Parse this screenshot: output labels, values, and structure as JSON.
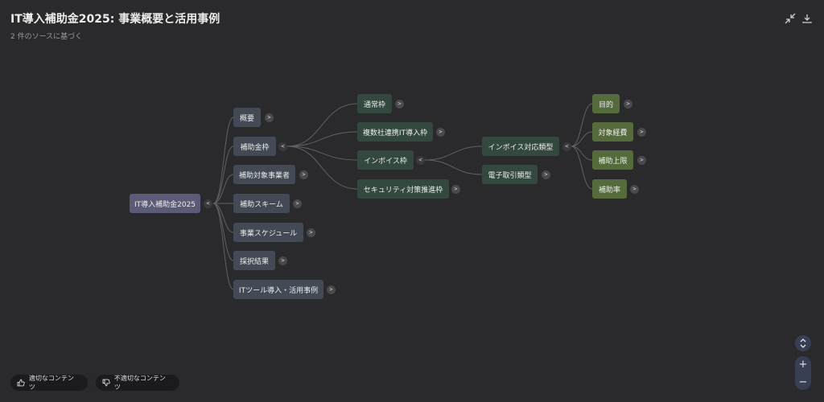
{
  "header": {
    "title": "IT導入補助金2025: 事業概要と活用事例",
    "subtitle": "2 件のソースに基づく",
    "icons": [
      "collapse-icon",
      "download-icon"
    ]
  },
  "mindmap": {
    "root": {
      "label": "IT導入補助金2025",
      "toggle": "<"
    },
    "level1": [
      {
        "label": "概要",
        "toggle": ">"
      },
      {
        "label": "補助金枠",
        "toggle": "<"
      },
      {
        "label": "補助対象事業者",
        "toggle": ">"
      },
      {
        "label": "補助スキーム",
        "toggle": ">"
      },
      {
        "label": "事業スケジュール",
        "toggle": ">"
      },
      {
        "label": "採択結果",
        "toggle": ">"
      },
      {
        "label": "ITツール導入・活用事例",
        "toggle": ">"
      }
    ],
    "level2": [
      {
        "label": "通常枠",
        "toggle": ">"
      },
      {
        "label": "複数社連携IT導入枠",
        "toggle": ">"
      },
      {
        "label": "インボイス枠",
        "toggle": "<"
      },
      {
        "label": "セキュリティ対策推進枠",
        "toggle": ">"
      }
    ],
    "level3": [
      {
        "label": "インボイス対応類型",
        "toggle": "<"
      },
      {
        "label": "電子取引類型",
        "toggle": ">"
      }
    ],
    "level4": [
      {
        "label": "目的",
        "toggle": ">"
      },
      {
        "label": "対象経費",
        "toggle": ">"
      },
      {
        "label": "補助上限",
        "toggle": ">"
      },
      {
        "label": "補助率",
        "toggle": ">"
      }
    ]
  },
  "feedback": {
    "good_label": "適切なコンテンツ",
    "bad_label": "不適切なコンテンツ"
  },
  "zoom_controls": {
    "fit_icon": "expand-vertical-icon",
    "zoom_in": "+",
    "zoom_out": "−"
  }
}
